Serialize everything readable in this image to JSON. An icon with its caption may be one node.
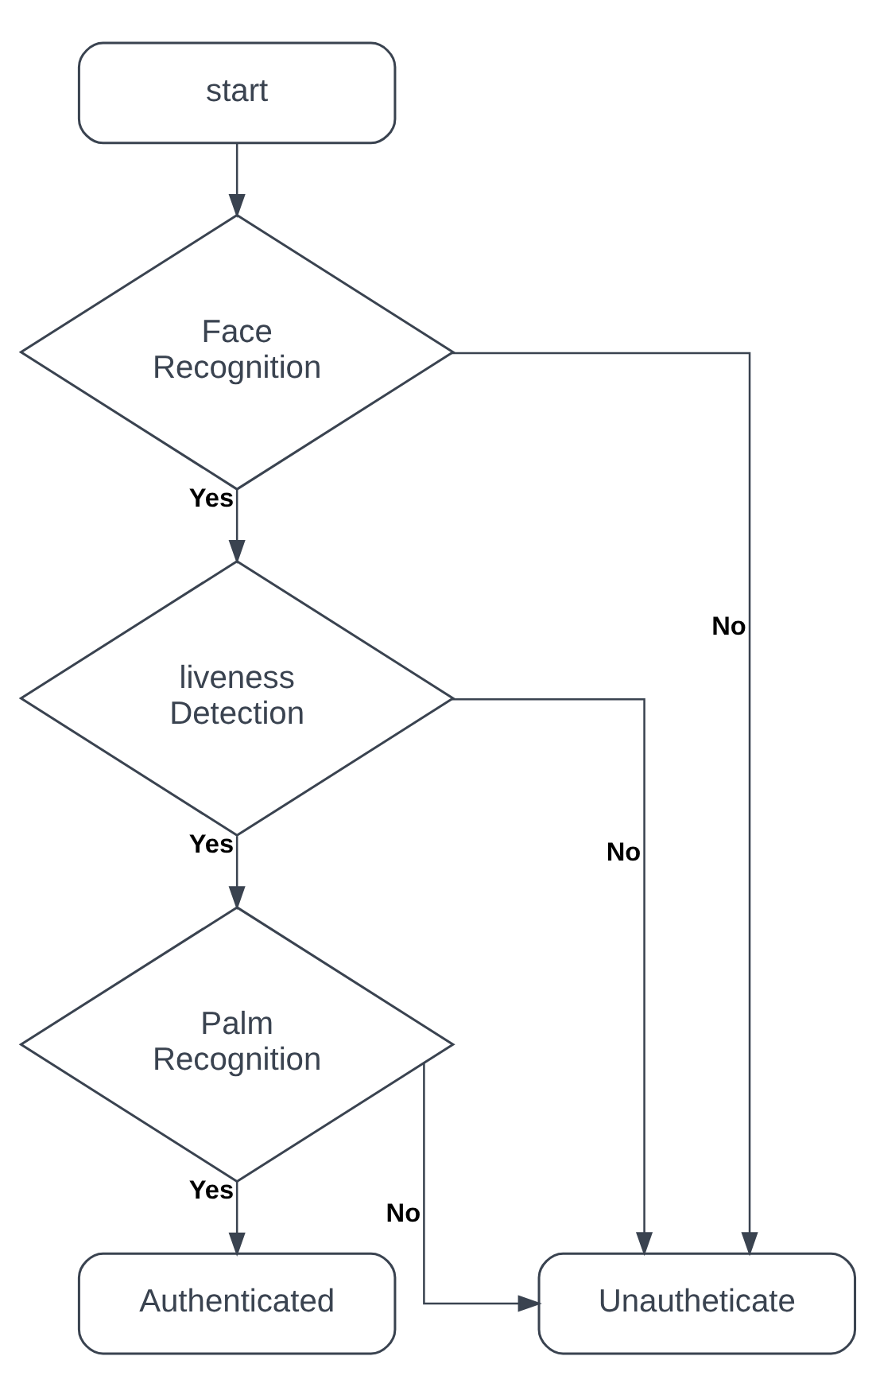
{
  "diagram": {
    "nodes": [
      {
        "text": [
          "start"
        ]
      },
      {
        "text": [
          "Face Recognition"
        ]
      },
      {
        "text": [
          "liveness Detection"
        ]
      },
      {
        "text": [
          "Palm Recognition"
        ]
      },
      {
        "text": [
          "Authenticated"
        ]
      },
      {
        "text": [
          "Unautheticate"
        ]
      }
    ],
    "edges": [
      {
        "from": 0,
        "to": 1,
        "arrow": "to"
      },
      {
        "from": 1,
        "to": 2,
        "arrow": "to",
        "label": "Yes"
      },
      {
        "from": 1,
        "to": 5,
        "arrow": "to",
        "label": "No"
      },
      {
        "from": 2,
        "to": 3,
        "arrow": "to",
        "label": "Yes"
      },
      {
        "from": 2,
        "to": 5,
        "arrow": "to",
        "label": "No"
      },
      {
        "from": 3,
        "to": 4,
        "arrow": "to",
        "label": "Yes"
      },
      {
        "from": 3,
        "to": 5,
        "arrow": "to",
        "label": "No"
      }
    ]
  }
}
